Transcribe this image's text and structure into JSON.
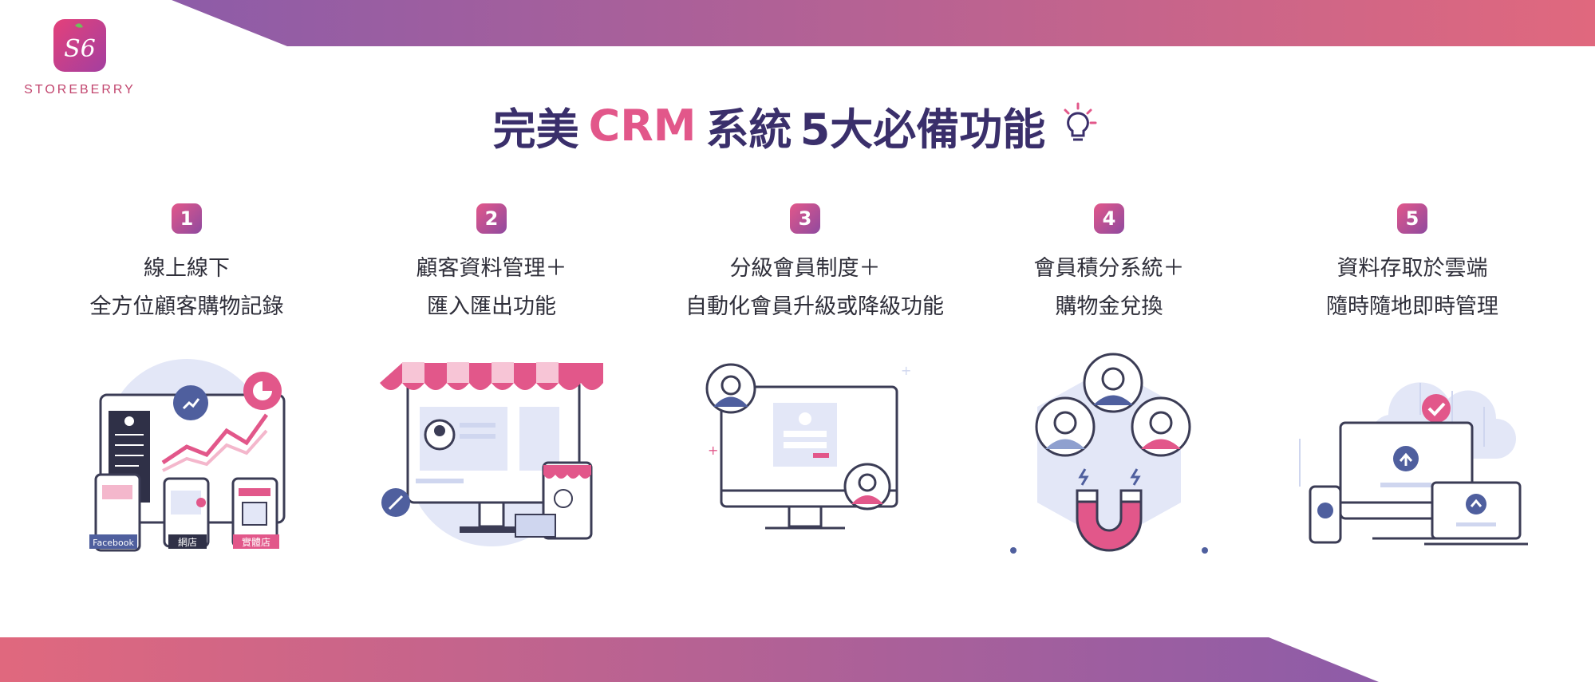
{
  "brand": {
    "name": "STOREBERRY",
    "mark": "S6"
  },
  "headline": {
    "part1": "完美",
    "accent": "CRM",
    "part2": "系統",
    "part3": "5大必備功能",
    "icon": "lightbulb-icon"
  },
  "features": [
    {
      "number": "1",
      "line1": "線上線下",
      "line2": "全方位顧客購物記錄",
      "tags": {
        "facebook": "Facebook",
        "online": "網店",
        "physical": "實體店"
      }
    },
    {
      "number": "2",
      "line1": "顧客資料管理＋",
      "line2": "匯入匯出功能"
    },
    {
      "number": "3",
      "line1": "分級會員制度＋",
      "line2": "自動化會員升級或降級功能"
    },
    {
      "number": "4",
      "line1": "會員積分系統＋",
      "line2": "購物金兌換"
    },
    {
      "number": "5",
      "line1": "資料存取於雲端",
      "line2": "隨時隨地即時管理"
    }
  ],
  "colors": {
    "pink": "#e2578a",
    "purple": "#8f4a9f",
    "navy": "#3a2f6b",
    "lavender": "#e3e7f7",
    "outline": "#3b3c55"
  }
}
